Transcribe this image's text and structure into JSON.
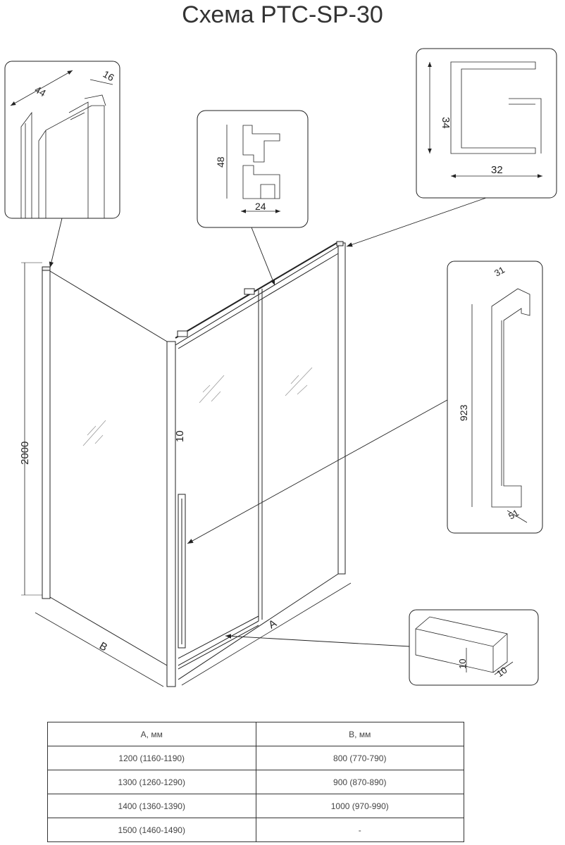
{
  "title": "Схема PTC-SP-30",
  "diagram": {
    "height_label": "2000",
    "width_a_label": "A",
    "width_b_label": "B",
    "glass_thickness_label": "10",
    "callouts": {
      "wall_profile": {
        "width": "44",
        "depth": "16"
      },
      "top_rail_profile": {
        "height": "48",
        "width": "24"
      },
      "post_profile": {
        "height": "34",
        "width": "32"
      },
      "handle": {
        "depth": "31",
        "length": "923",
        "base": "51"
      },
      "bottom_guide": {
        "height": "10",
        "width": "10"
      }
    }
  },
  "table": {
    "headers": [
      "A, мм",
      "B, мм"
    ],
    "rows": [
      [
        "1200 (1160-1190)",
        "800 (770-790)"
      ],
      [
        "1300 (1260-1290)",
        "900 (870-890)"
      ],
      [
        "1400 (1360-1390)",
        "1000 (970-990)"
      ],
      [
        "1500 (1460-1490)",
        "-"
      ]
    ]
  }
}
